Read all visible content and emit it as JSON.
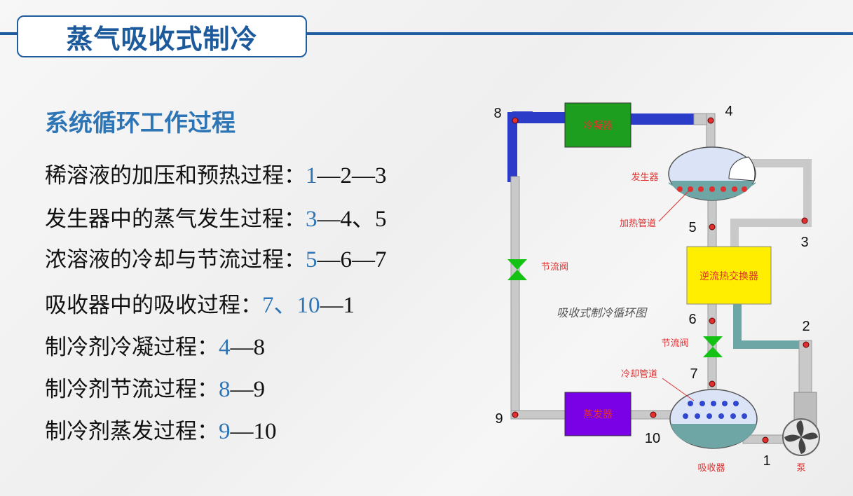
{
  "header": {
    "title": "蒸气吸收式制冷"
  },
  "section": {
    "heading": "系统循环工作过程"
  },
  "processes": [
    {
      "label": "稀溶液的加压和预热过程：",
      "first": "1",
      "rest": "—2—3"
    },
    {
      "label": "发生器中的蒸气发生过程：",
      "first": "3",
      "rest": "—4、5"
    },
    {
      "label": "浓溶液的冷却与节流过程：",
      "first": "5",
      "rest": "—6—7"
    },
    {
      "label": "吸收器中的吸收过程：",
      "first": "7、10",
      "rest": "—1"
    },
    {
      "label": "制冷剂冷凝过程：",
      "first": "4",
      "rest": "—8"
    },
    {
      "label": "制冷剂节流过程：",
      "first": "8",
      "rest": "—9"
    },
    {
      "label": "制冷剂蒸发过程：",
      "first": "9",
      "rest": "—10"
    }
  ],
  "diagram": {
    "caption": "吸收式制冷循环图",
    "components": {
      "condenser": "冷凝器",
      "generator": "发生器",
      "heating_pipe": "加热管道",
      "heat_exchanger": "逆流热交换器",
      "throttle_valve_left": "节流阀",
      "throttle_valve_right": "节流阀",
      "cooling_pipe": "冷却管道",
      "evaporator": "蒸发器",
      "absorber": "吸收器",
      "pump": "泵"
    },
    "points": {
      "p1": "1",
      "p2": "2",
      "p3": "3",
      "p4": "4",
      "p5": "5",
      "p6": "6",
      "p7": "7",
      "p8": "8",
      "p9": "9",
      "p10": "10"
    },
    "colors": {
      "refrigerant_line": "#2a3cc8",
      "pipe": "#c9c9c9",
      "condenser": "#1e9e1e",
      "heat_exchanger": "#ffee00",
      "evaporator": "#7a00e6",
      "valve": "#14c214",
      "solution": "#6ea6a6",
      "label_red": "#e03030"
    }
  }
}
